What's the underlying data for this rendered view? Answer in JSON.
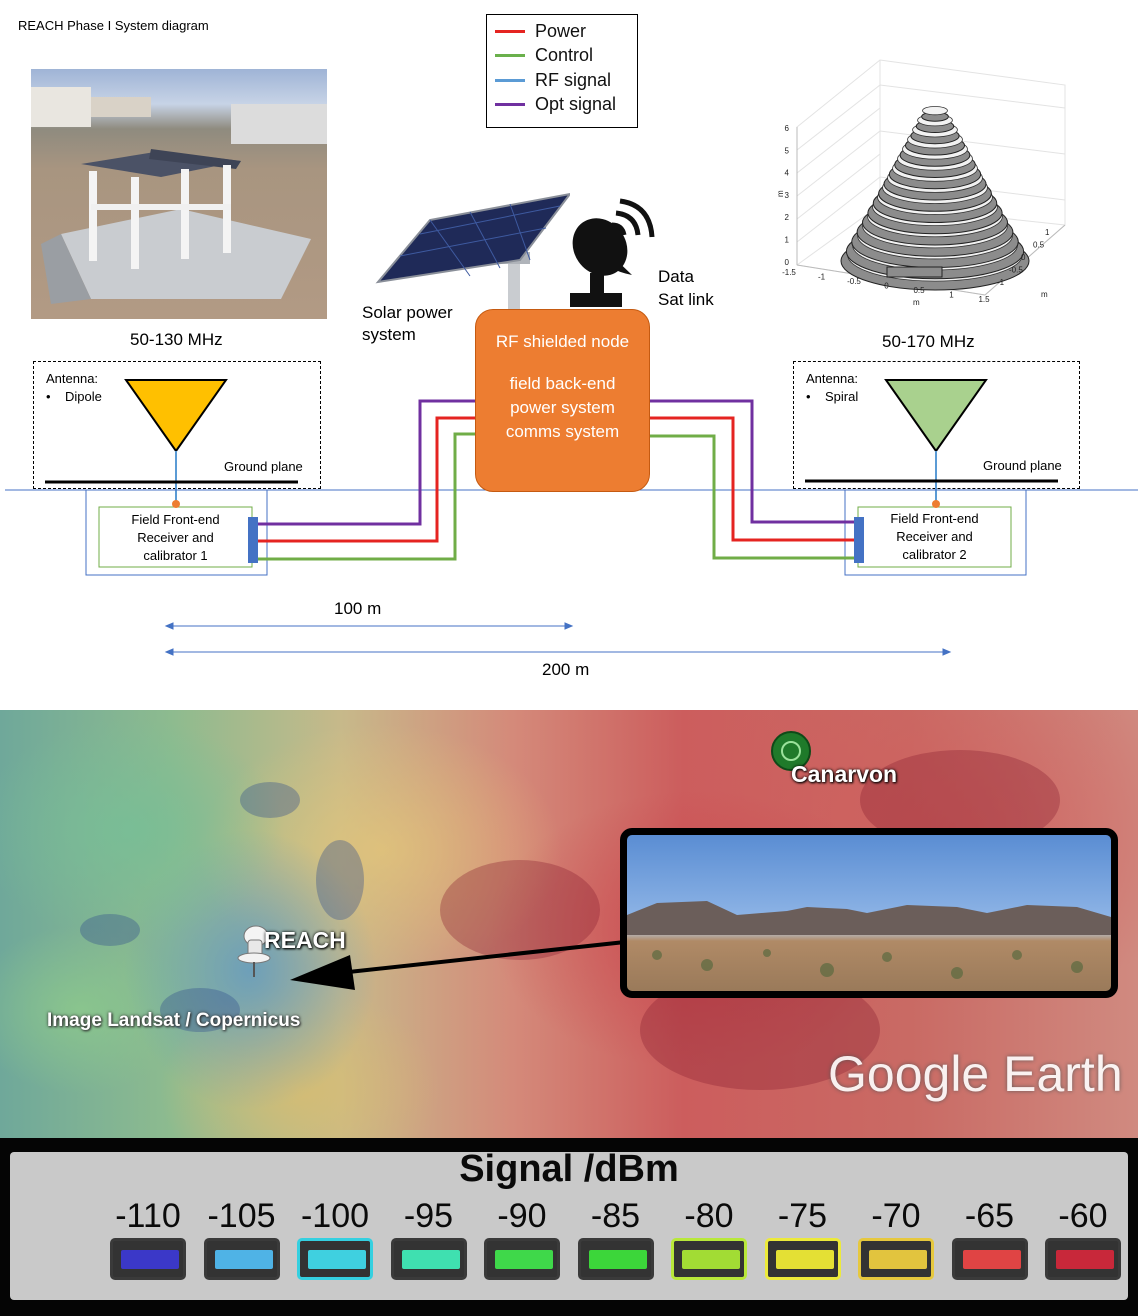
{
  "page_title": "REACH Phase I System diagram",
  "legend_box": {
    "items": [
      {
        "label": "Power",
        "color": "#e52421"
      },
      {
        "label": "Control",
        "color": "#6ab04c"
      },
      {
        "label": "RF signal",
        "color": "#5b9bd5"
      },
      {
        "label": "Opt signal",
        "color": "#7030a0"
      }
    ]
  },
  "left_antenna": {
    "freq": "50-130 MHz",
    "title": "Antenna:",
    "type": "Dipole",
    "ground_plane": "Ground plane",
    "frontend": [
      "Field Front-end",
      "Receiver and",
      "calibrator 1"
    ]
  },
  "right_antenna": {
    "freq": "50-170 MHz",
    "title": "Antenna:",
    "type": "Spiral",
    "ground_plane": "Ground plane",
    "frontend": [
      "Field Front-end",
      "Receiver and",
      "calibrator 2"
    ]
  },
  "solar": {
    "label_1": "Solar power",
    "label_2": "system"
  },
  "satlink": {
    "label_1": "Data",
    "label_2": "Sat link"
  },
  "node": {
    "title": "RF shielded node",
    "lines": [
      "field back-end",
      "power system",
      "comms system"
    ]
  },
  "distances": {
    "short": "100 m",
    "long": "200 m"
  },
  "plot3d": {
    "z_ticks": [
      "6",
      "5",
      "4",
      "3",
      "2",
      "1",
      "0"
    ],
    "x_ticks": [
      "-1.5",
      "-1",
      "-0.5",
      "0",
      "0.5",
      "1",
      "1.5"
    ],
    "y_ticks": [
      "1",
      "0.5",
      "0",
      "-0.5",
      "-1"
    ],
    "x_unit": "m",
    "y_unit": "m",
    "z_unit": "m"
  },
  "map": {
    "town": "Canarvon",
    "site": "REACH",
    "attribution": "Image Landsat / Copernicus",
    "brand": "Google Earth"
  },
  "signal_legend": {
    "title": "Signal /dBm",
    "ticks": [
      "-110",
      "-105",
      "-100",
      "-95",
      "-90",
      "-85",
      "-80",
      "-75",
      "-70",
      "-65",
      "-60"
    ],
    "colors": [
      "#3b38c8",
      "#4fb3e6",
      "#3fd0e0",
      "#3fe0b0",
      "#3fd84a",
      "#3cd63a",
      "#a2dc34",
      "#e4e034",
      "#e2c43e",
      "#e04444",
      "#c8283a"
    ],
    "edge_colors": [
      "#3a3a3a",
      "#3a3a3a",
      "#35d0e0",
      "#3a3a3a",
      "#3a3a3a",
      "#3a3a3a",
      "#b8e83a",
      "#ecea3a",
      "#e6c83e",
      "#3a3a3a",
      "#3a3a3a"
    ]
  }
}
